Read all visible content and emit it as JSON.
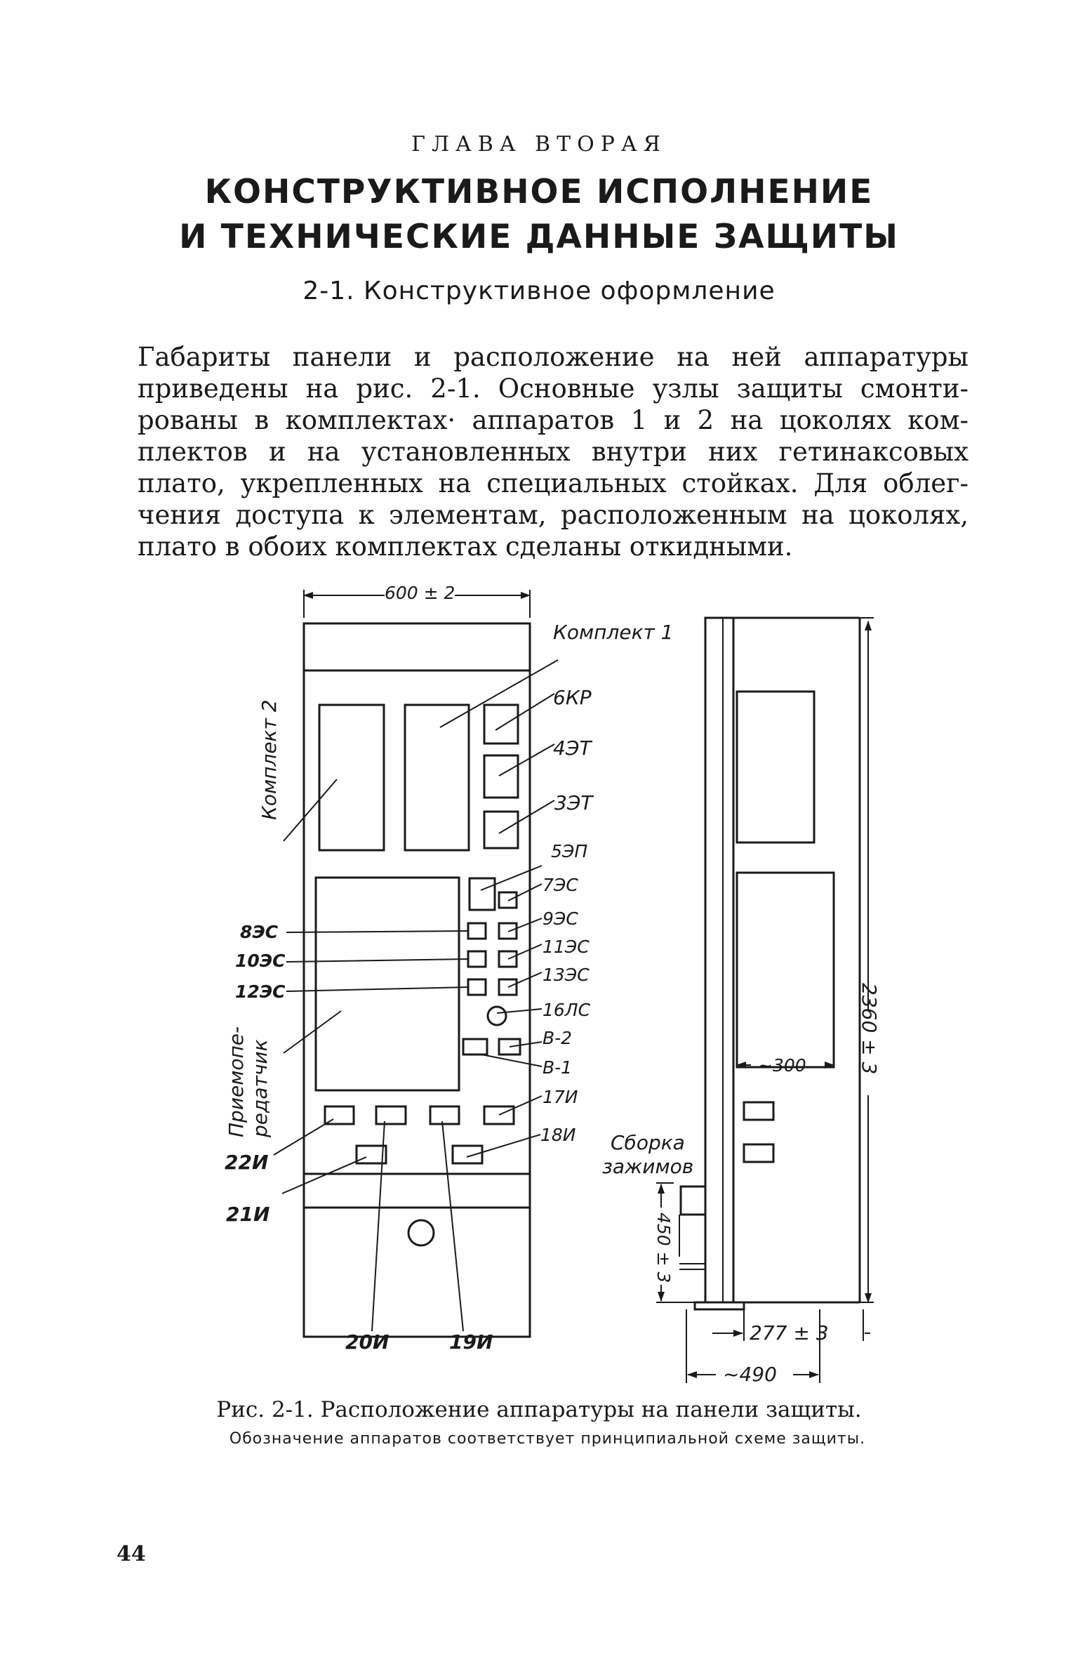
{
  "chapter_label": "ГЛАВА ВТОРАЯ",
  "chapter_title_lines": [
    "КОНСТРУКТИВНОЕ ИСПОЛНЕНИЕ",
    "И ТЕХНИЧЕСКИЕ ДАННЫЕ ЗАЩИТЫ"
  ],
  "section_title": "2-1. Конструктивное оформление",
  "paragraph_lines": [
    "Габариты панели и расположение на ней аппаратуры",
    "приведены на рис. 2-1. Основные узлы защиты смонти-",
    "рованы в комплектах· аппаратов 1 и 2 на цоколях ком-",
    "плектов и на установленных внутри них гетинаксовых",
    "плато, укрепленных на специальных стойках. Для облег-",
    "чения доступа к элементам, расположенным на цоколях,",
    "плато в обоих комплектах сделаны откидными."
  ],
  "figure": {
    "dimensions": {
      "width": "600 ± 2",
      "height": "2360 ± 3",
      "depth_inner": "~300",
      "depth_277": "277 ± 3",
      "depth_490": "~490",
      "height_450": "450 ± 3"
    },
    "labels": {
      "kit_1": "Комплект 1",
      "kit_2": "Комплект 2",
      "receiver_transmitter": "Приемопе-\nредатчик",
      "clamp_assembly_line1": "Сборка",
      "clamp_assembly_line2": "зажимов",
      "6KR": "6КР",
      "4ET": "4ЭТ",
      "3ET": "3ЭТ",
      "5EP": "5ЭП",
      "7ES": "7ЭС",
      "9ES": "9ЭС",
      "11ES": "11ЭС",
      "13ES": "13ЭС",
      "16LS": "16ЛС",
      "V2": "В-2",
      "V1": "В-1",
      "17I": "17И",
      "18I": "18И",
      "8ES": "8ЭС",
      "10ES": "10ЭС",
      "12ES": "12ЭС",
      "22I": "22И",
      "21I": "21И",
      "20I": "20И",
      "19I": "19И"
    }
  },
  "caption": "Рис. 2-1. Расположение аппаратуры на панели защиты.",
  "caption_note": "Обозначение аппаратов соответствует принципиальной схеме защиты.",
  "page_number": "44"
}
